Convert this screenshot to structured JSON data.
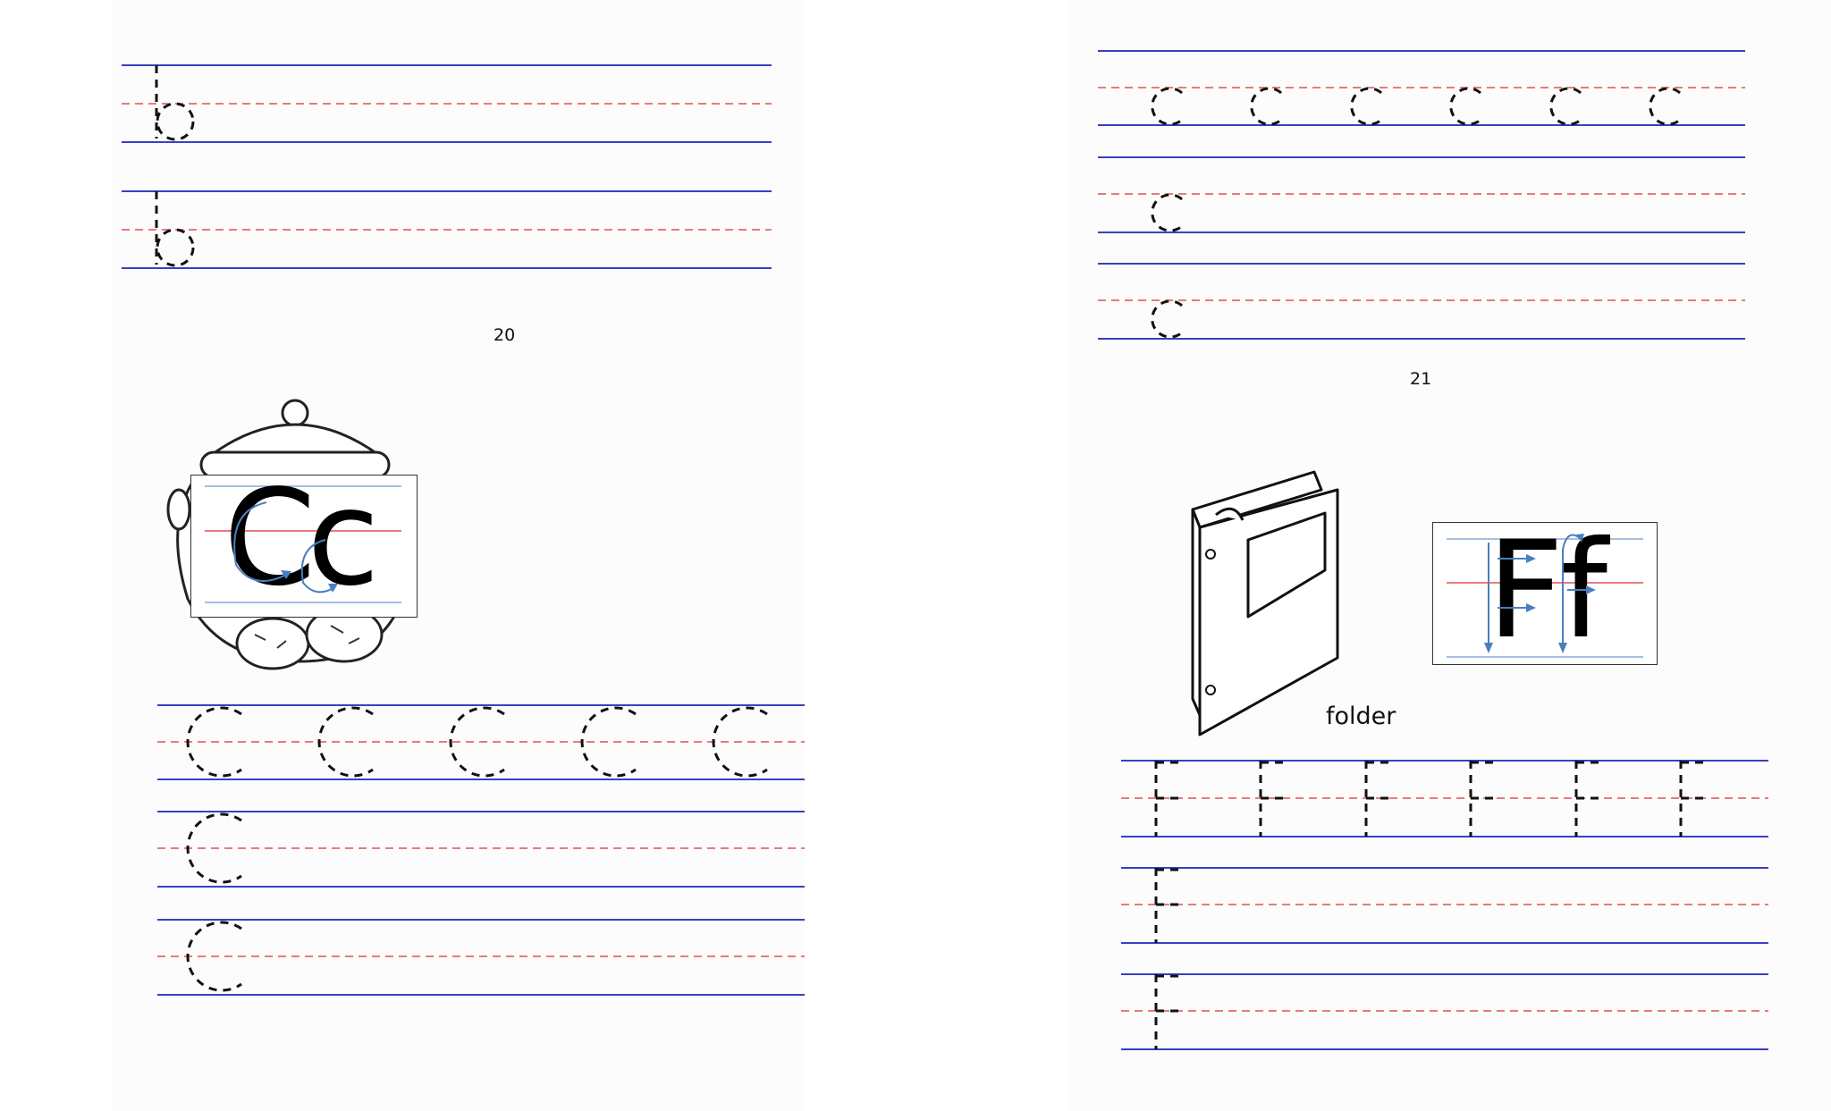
{
  "left_page": {
    "page_number": "20",
    "letter_card": "Cc",
    "trace_b_glyph": "b",
    "trace_c_glyph": "c"
  },
  "right_page": {
    "page_number": "21",
    "picture_caption": "folder",
    "letter_card": "Ff",
    "trace_c_glyph": "c",
    "trace_f_glyph": "F"
  },
  "colors": {
    "guide_line_blue": "#3a3fbf",
    "guide_line_red": "#e05050",
    "card_guide_blue": "#8aaad6",
    "arrow_blue": "#4a7fbf"
  }
}
